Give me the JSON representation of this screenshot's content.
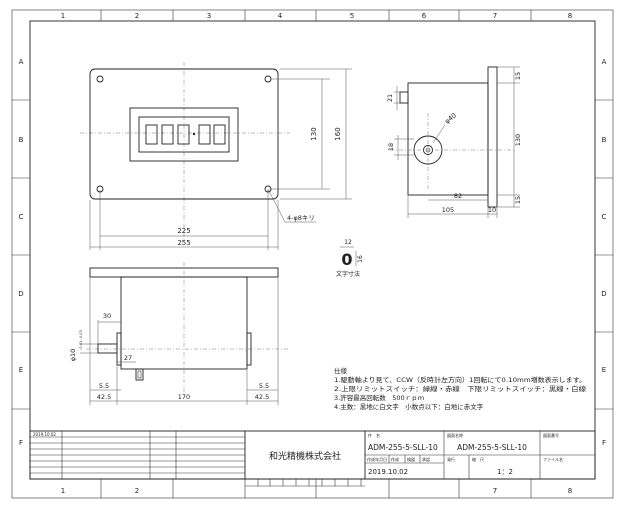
{
  "border": {
    "col_labels": [
      "1",
      "2",
      "3",
      "4",
      "5",
      "6",
      "7",
      "8"
    ],
    "row_labels": [
      "A",
      "B",
      "C",
      "D",
      "E",
      "F"
    ]
  },
  "front_view": {
    "dims": {
      "width_inner": "225",
      "width_outer": "255",
      "height_inner": "130",
      "height_outer": "160"
    },
    "hole_note": "4-φ8キリ"
  },
  "side_view": {
    "dims": {
      "top_offset": "21",
      "flange_top": "15",
      "flange_bottom": "15",
      "height": "130",
      "shaft_h": "18",
      "dia_label": "φ40",
      "depth_82": "82",
      "depth_105": "105",
      "flange_t": "10"
    }
  },
  "char_size": {
    "glyph": "0",
    "w": "12",
    "h": "16",
    "label": "文字寸法"
  },
  "bottom_view": {
    "dims": {
      "d30": "30",
      "d27": "27",
      "left_55": "5.5",
      "right_55": "5.5",
      "left_425": "42.5",
      "mid_170": "170",
      "right_425": "42.5",
      "shaft_dia": "φ10",
      "shaft_tol": "-0.01 -0.03"
    }
  },
  "notes": {
    "title": "仕様",
    "lines": [
      "1.駆動軸より見て、CCW（反時計左方向）1回転にて0.10mm増数表示します。",
      "2.上限リミットスイッチ：緑線・赤線　下限リミットスイッチ：黒線・白線",
      "3.許容最高回転数　500ｒｐｍ",
      "4.主数：黒地に白文字　小数点以下：白地に赤文字"
    ]
  },
  "title_block": {
    "revision_date": "2019.10.02",
    "company": "和光精機株式会社",
    "name_label": "件　名",
    "name_value": "ADM-255-5-SLL-10",
    "drawing_name_label": "図面名称",
    "drawing_name_value": "ADM-255-5-SLL-10",
    "drawing_no_label": "図面番号",
    "date_label": "作成年月日",
    "author_label": "作成",
    "check_label": "検図",
    "approve_label": "承認",
    "issue_label": "発行",
    "scale_label": "縮　尺",
    "date_value": "2019.10.02",
    "scale_value": "1：2",
    "file_label": "ファイル名"
  }
}
